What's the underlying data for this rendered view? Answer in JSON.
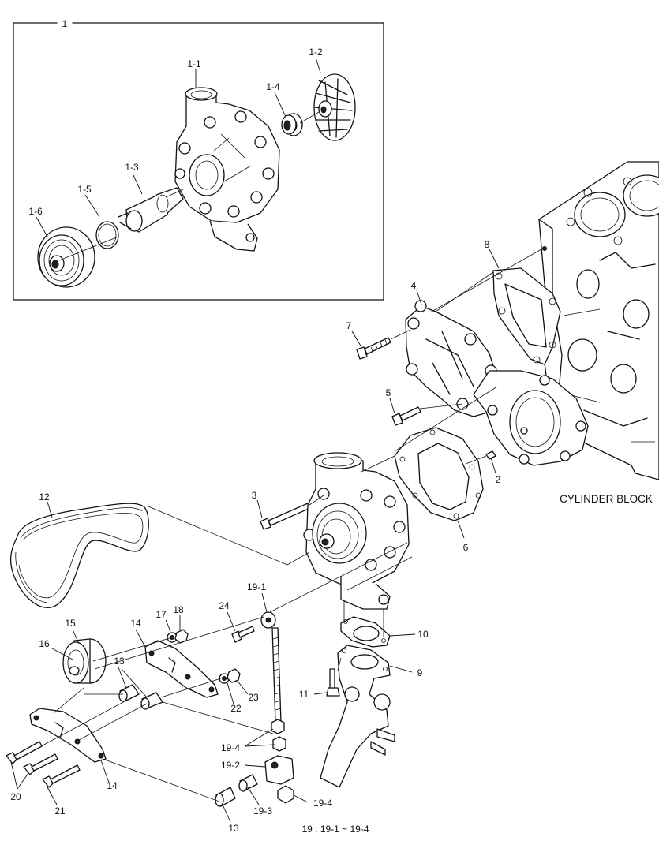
{
  "callouts": {
    "c1": "1",
    "c1_1": "1-1",
    "c1_2": "1-2",
    "c1_3": "1-3",
    "c1_4": "1-4",
    "c1_5": "1-5",
    "c1_6": "1-6",
    "c2": "2",
    "c3": "3",
    "c4": "4",
    "c5": "5",
    "c6": "6",
    "c7": "7",
    "c8": "8",
    "c9": "9",
    "c10": "10",
    "c11": "11",
    "c12": "12",
    "c13a": "13",
    "c13b": "13",
    "c14a": "14",
    "c14b": "14",
    "c15": "15",
    "c16": "16",
    "c17": "17",
    "c18": "18",
    "c19_1": "19-1",
    "c19_2": "19-2",
    "c19_3": "19-3",
    "c19_4a": "19-4",
    "c19_4b": "19-4",
    "c20": "20",
    "c21": "21",
    "c22": "22",
    "c23": "23",
    "c24": "24"
  },
  "cylinder_block_label": "CYLINDER BLOCK",
  "assembly_note": "19  : 19-1 ~ 19-4"
}
